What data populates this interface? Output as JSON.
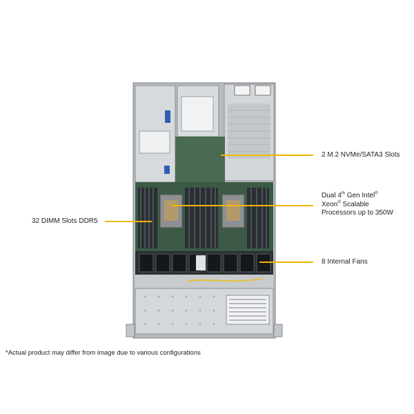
{
  "callouts": {
    "m2_slots": "2 M.2 NVMe/SATA3 Slots",
    "processors_line1_prefix": "Dual 4",
    "processors_line1_sup": "th",
    "processors_line1_suffix": " Gen Intel",
    "processors_line1_reg": "®",
    "processors_line2_prefix": "Xeon",
    "processors_line2_reg": "®",
    "processors_line2_suffix": " Scalable",
    "processors_line3": "Processors up to 350W",
    "dimm_slots": "32 DIMM Slots DDR5",
    "internal_fans": "8 Internal  Fans"
  },
  "footnote": "*Actual product may differ from image due to various configurations",
  "colors": {
    "leader": "#f2b600",
    "chassis": "#c9cdd1",
    "board": "#3c5a45",
    "fan": "#1b1f23"
  }
}
